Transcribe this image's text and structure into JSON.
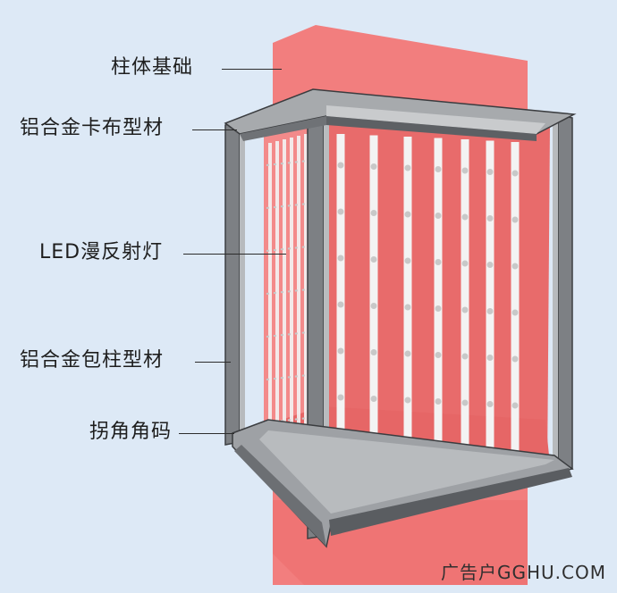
{
  "labels": {
    "column_base": "柱体基础",
    "aluminum_fabric_profile": "铝合金卡布型材",
    "led_diffuse_light": "LED漫反射灯",
    "aluminum_column_profile": "铝合金包柱型材",
    "corner_bracket": "拐角角码"
  },
  "watermark": "广告户GGHU.COM",
  "colors": {
    "background": "#dde9f6",
    "column": "#f07b7b",
    "frame": "#8a8d90",
    "led_strip": "#f3f3f3",
    "led_dot": "#c8c8c8"
  }
}
